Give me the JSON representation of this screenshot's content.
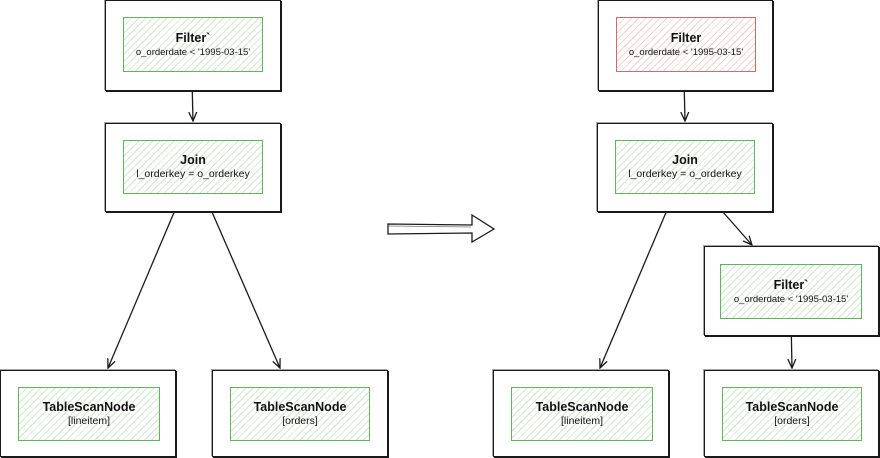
{
  "left_tree": {
    "filter": {
      "title": "Filter`",
      "predicate": "o_orderdate < '1995-03-15'"
    },
    "join": {
      "title": "Join",
      "predicate": "l_orderkey = o_orderkey"
    },
    "scan_lineitem": {
      "title": "TableScanNode",
      "table": "[lineitem]"
    },
    "scan_orders": {
      "title": "TableScanNode",
      "table": "[orders]"
    }
  },
  "right_tree": {
    "filter_removed": {
      "title": "Filter",
      "predicate": "o_orderdate < '1995-03-15'"
    },
    "join": {
      "title": "Join",
      "predicate": "l_orderkey = o_orderkey"
    },
    "filter_pushed": {
      "title": "Filter`",
      "predicate": "o_orderdate < '1995-03-15'"
    },
    "scan_lineitem": {
      "title": "TableScanNode",
      "table": "[lineitem]"
    },
    "scan_orders": {
      "title": "TableScanNode",
      "table": "[orders]"
    }
  },
  "colors": {
    "node_border": "#1a1a1a",
    "highlight_green": "#5fb55a",
    "highlight_red": "#d06a6a"
  }
}
